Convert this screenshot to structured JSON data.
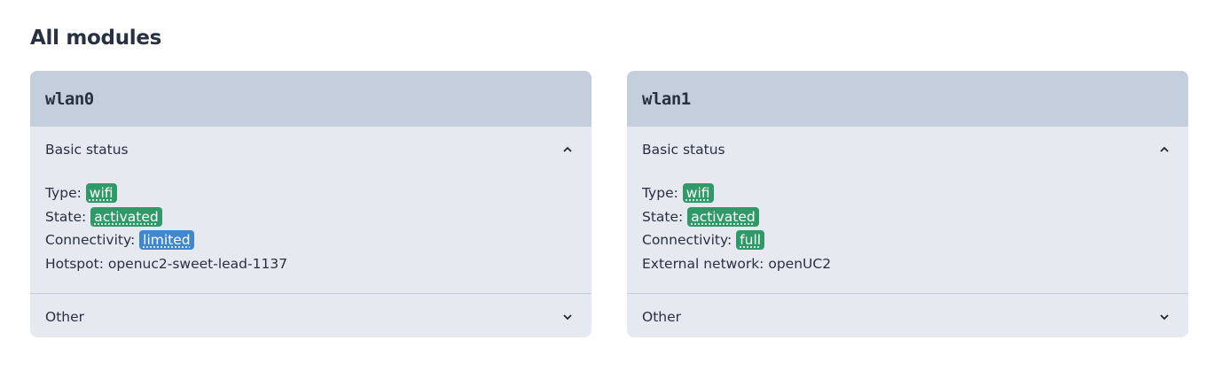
{
  "page": {
    "title": "All modules"
  },
  "colors": {
    "badge_green": "#2f9a68",
    "badge_blue": "#3f88d0",
    "card_header_bg": "#c5cedd",
    "card_bg": "#e6e9ef"
  },
  "modules": [
    {
      "name": "wlan0",
      "basic_status": {
        "label": "Basic status",
        "expanded": true,
        "chevron": "chevron-up-icon",
        "type_label": "Type:",
        "type_value": "wifi",
        "state_label": "State:",
        "state_value": "activated",
        "connectivity_label": "Connectivity:",
        "connectivity_value": "limited",
        "extra_label": "Hotspot:",
        "extra_value": "openuc2-sweet-lead-1137"
      },
      "other": {
        "label": "Other",
        "expanded": false,
        "chevron": "chevron-down-icon"
      }
    },
    {
      "name": "wlan1",
      "basic_status": {
        "label": "Basic status",
        "expanded": true,
        "chevron": "chevron-up-icon",
        "type_label": "Type:",
        "type_value": "wifi",
        "state_label": "State:",
        "state_value": "activated",
        "connectivity_label": "Connectivity:",
        "connectivity_value": "full",
        "extra_label": "External network:",
        "extra_value": "openUC2"
      },
      "other": {
        "label": "Other",
        "expanded": false,
        "chevron": "chevron-down-icon"
      }
    }
  ]
}
